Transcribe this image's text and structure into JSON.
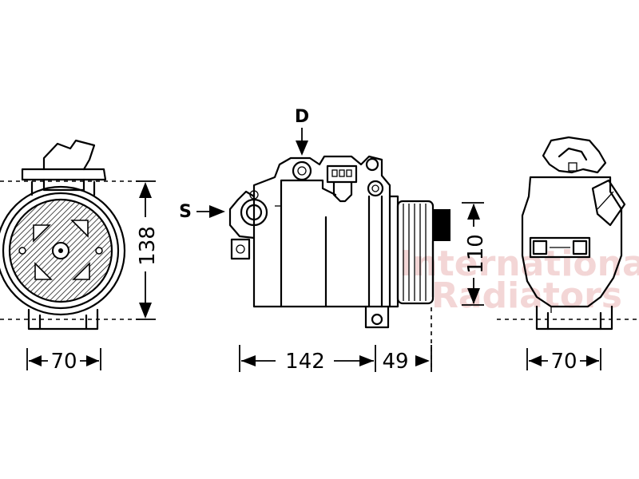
{
  "labels": {
    "discharge_port": "D",
    "suction_port": "S"
  },
  "dimensions": {
    "left_view_height": "138",
    "left_view_width": "70",
    "body_length": "142",
    "pulley_length": "49",
    "pulley_height": "110",
    "right_view_width": "70"
  },
  "watermark": {
    "line1": "International",
    "line2": "Radiators"
  },
  "colors": {
    "line": "#000000",
    "background": "#ffffff",
    "watermark": "#f3d6d6"
  }
}
